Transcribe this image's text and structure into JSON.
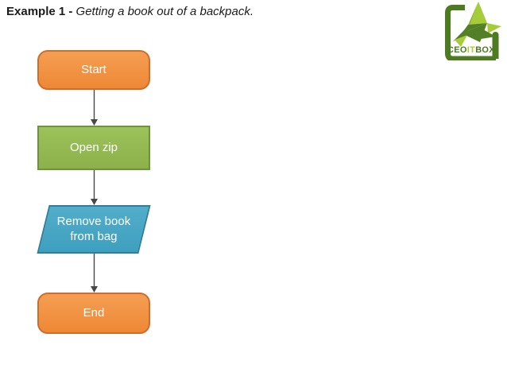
{
  "title": {
    "prefix": "Example 1 - ",
    "rest": "Getting a book out of a backpack."
  },
  "flowchart": {
    "nodes": [
      {
        "id": "start",
        "type": "terminator",
        "label": "Start"
      },
      {
        "id": "open-zip",
        "type": "process",
        "label": "Open zip"
      },
      {
        "id": "remove-book-from-bag",
        "type": "data-parallelogram",
        "label": "Remove book from bag"
      },
      {
        "id": "end",
        "type": "terminator",
        "label": "End"
      }
    ],
    "connections": [
      {
        "from": "start",
        "to": "open-zip"
      },
      {
        "from": "open-zip",
        "to": "remove-book-from-bag"
      },
      {
        "from": "remove-book-from-bag",
        "to": "end"
      }
    ],
    "colors": {
      "terminator_fill": "#F0913E",
      "terminator_border": "#CF6E2C",
      "process_fill": "#94BA53",
      "process_border": "#6F923C",
      "data_fill": "#47A7C6",
      "data_border": "#2E7F9B",
      "arrow": "#474747",
      "node_text": "#FFFFFF"
    }
  },
  "logo": {
    "name": "CEOITBOX",
    "text_parts": [
      {
        "text": "CEO",
        "color": "#4C7B21"
      },
      {
        "text": "IT",
        "color": "#A6CC39"
      },
      {
        "text": "BOX",
        "color": "#4C7B21"
      }
    ],
    "frame_color": "#4C7B21",
    "bird_dark": "#537F27",
    "bird_light": "#A6CC39"
  }
}
